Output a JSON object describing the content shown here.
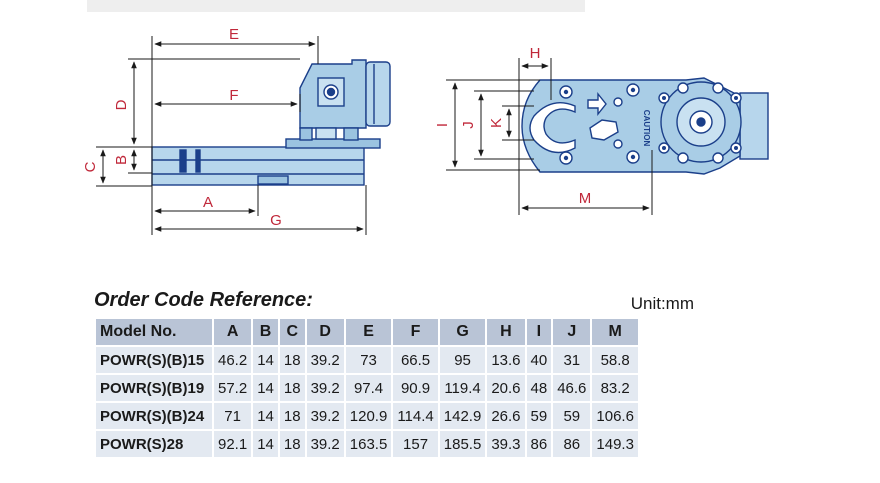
{
  "drawing": {
    "side_view_labels": [
      "E",
      "F",
      "D",
      "C",
      "B",
      "A",
      "G"
    ],
    "front_view_labels": [
      "H",
      "I",
      "J",
      "K",
      "M"
    ],
    "plate_text": "CAUTION",
    "colors": {
      "outline": "#1b3f8a",
      "fill": "#a9cde6",
      "dimension": "#c0283a"
    }
  },
  "table": {
    "title": "Order Code Reference:",
    "unit": "Unit:mm",
    "columns": [
      "Model No.",
      "A",
      "B",
      "C",
      "D",
      "E",
      "F",
      "G",
      "H",
      "I",
      "J",
      "M"
    ],
    "rows": [
      [
        "POWR(S)(B)15",
        "46.2",
        "14",
        "18",
        "39.2",
        "73",
        "66.5",
        "95",
        "13.6",
        "40",
        "31",
        "58.8"
      ],
      [
        "POWR(S)(B)19",
        "57.2",
        "14",
        "18",
        "39.2",
        "97.4",
        "90.9",
        "119.4",
        "20.6",
        "48",
        "46.6",
        "83.2"
      ],
      [
        "POWR(S)(B)24",
        "71",
        "14",
        "18",
        "39.2",
        "120.9",
        "114.4",
        "142.9",
        "26.6",
        "59",
        "59",
        "106.6"
      ],
      [
        "POWR(S)28",
        "92.1",
        "14",
        "18",
        "39.2",
        "163.5",
        "157",
        "185.5",
        "39.3",
        "86",
        "86",
        "149.3"
      ]
    ]
  }
}
